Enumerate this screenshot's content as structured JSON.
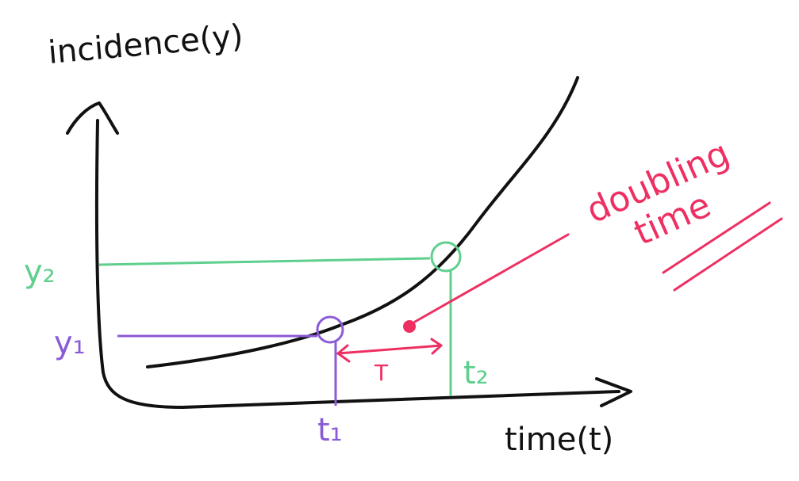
{
  "diagram": {
    "y_axis_label": "incidence(y)",
    "x_axis_label": "time(t)",
    "y1_label": "y₁",
    "y2_label": "y₂",
    "t1_label": "t₁",
    "t2_label": "t₂",
    "interval_label": "T",
    "callout_line1": "doubling",
    "callout_line2": "time"
  },
  "colors": {
    "ink": "#111111",
    "green": "#5fcf8e",
    "purple": "#8a5bd6",
    "pink": "#ee2f62"
  }
}
